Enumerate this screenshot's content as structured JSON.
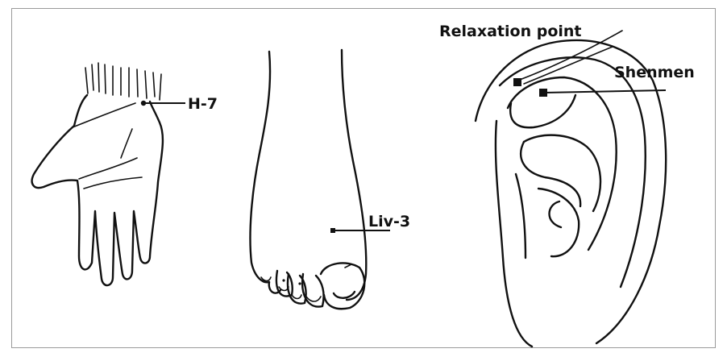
{
  "labels": {
    "h7": "H-7",
    "liv3": "Liv-3",
    "relaxation": "Relaxation point",
    "shenmen": "Shenmen"
  },
  "colors": {
    "ink": "#111111",
    "frame": "#9a9a9a",
    "background": "#ffffff"
  }
}
